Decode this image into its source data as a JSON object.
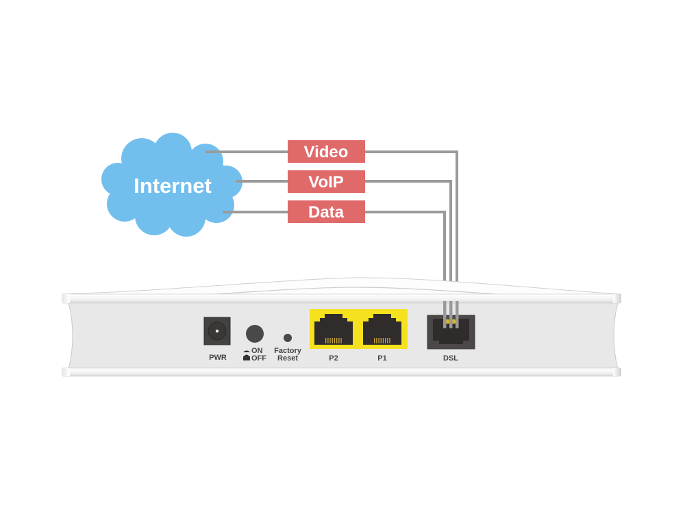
{
  "cloud": {
    "label": "Internet",
    "color": "#72bfee"
  },
  "services": [
    {
      "label": "Video"
    },
    {
      "label": "VoIP"
    },
    {
      "label": "Data"
    }
  ],
  "service_color": "#e06a6a",
  "wire_color": "#9a9a9a",
  "router": {
    "ports": {
      "pwr": "PWR",
      "switch_on": "ON",
      "switch_off": "OFF",
      "factory": "Factory",
      "reset": "Reset",
      "p2": "P2",
      "p1": "P1",
      "dsl": "DSL"
    },
    "lan_highlight_color": "#f5e11e",
    "body_color": "#e8e8e8"
  }
}
